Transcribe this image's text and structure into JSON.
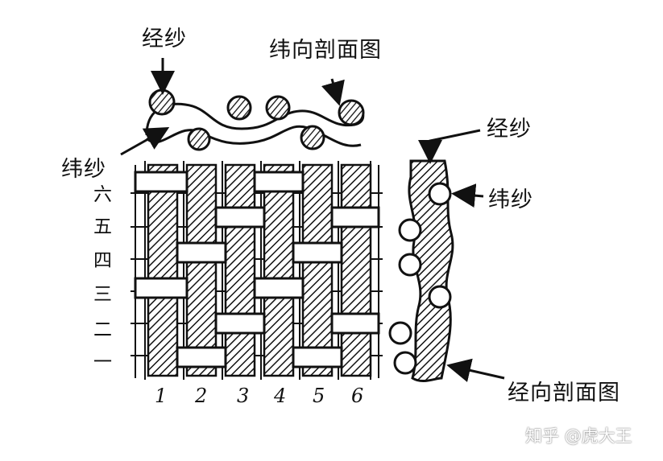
{
  "labels": {
    "warp_top": "经纱",
    "weft_section_title": "纬向剖面图",
    "weft_left": "纬纱",
    "warp_right": "经纱",
    "weft_right": "纬纱",
    "warp_section_title": "经向剖面图"
  },
  "row_labels": [
    "六",
    "五",
    "四",
    "三",
    "二",
    "一"
  ],
  "column_labels": [
    "1",
    "2",
    "3",
    "4",
    "5",
    "6"
  ],
  "credit": "知乎 @虎大王",
  "colors": {
    "ink": "#111111",
    "paper": "#ffffff"
  }
}
